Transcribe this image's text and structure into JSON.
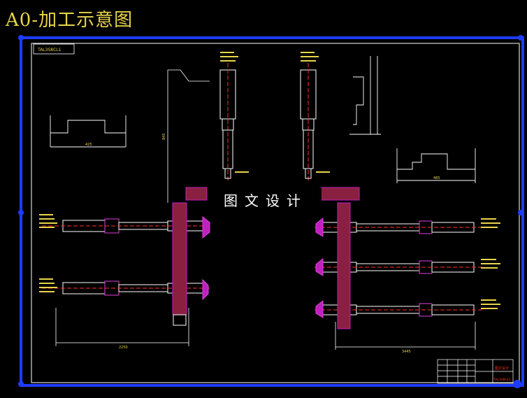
{
  "header": {
    "title": "A0-加工示意图"
  },
  "drawing": {
    "code": "TAL3S8CL1",
    "watermark": "图文设计",
    "colors": {
      "frame": "#1e3cff",
      "line": "#ffffff",
      "center": "#ff3030",
      "dim": "#3cd0ff",
      "magenta": "#e040e0",
      "hatch": "#c020c0",
      "text": "#e8d44a",
      "brown": "#8a2040",
      "title_red": "#ff3020"
    }
  },
  "dims": {
    "left_bottom": "2250",
    "right_bottom": "3445",
    "center_vert": "845",
    "left_box_width": "425",
    "right_box_width": "485"
  },
  "titleblock": {
    "company": "图文设计",
    "drawing_no": "TAL3S8CL1"
  }
}
